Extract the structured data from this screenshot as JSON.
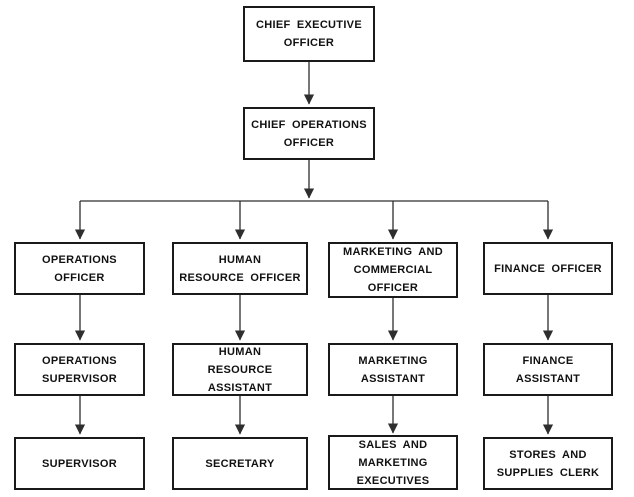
{
  "diagram_type": "organizational-chart",
  "colors": {
    "background": "#ffffff",
    "box_border": "#1a1a1a",
    "connector": "#2e2e2e",
    "text": "#111111"
  },
  "nodes": {
    "ceo": {
      "label": "CHIEF EXECUTIVE\nOFFICER",
      "reports_to": null
    },
    "coo": {
      "label": "CHIEF OPERATIONS\nOFFICER",
      "reports_to": "CHIEF EXECUTIVE OFFICER"
    },
    "operations_officer": {
      "label": "OPERATIONS\nOFFICER",
      "reports_to": "CHIEF OPERATIONS OFFICER"
    },
    "hr_officer": {
      "label": "HUMAN\nRESOURCE OFFICER",
      "reports_to": "CHIEF OPERATIONS OFFICER"
    },
    "marketing_officer": {
      "label": "MARKETING AND\nCOMMERCIAL\nOFFICER",
      "reports_to": "CHIEF OPERATIONS OFFICER"
    },
    "finance_officer": {
      "label": "FINANCE OFFICER",
      "reports_to": "CHIEF OPERATIONS OFFICER"
    },
    "operations_supervisor": {
      "label": "OPERATIONS\nSUPERVISOR",
      "reports_to": "OPERATIONS OFFICER"
    },
    "hr_assistant": {
      "label": "HUMAN\nRESOURCE\nASSISTANT",
      "reports_to": "HUMAN RESOURCE OFFICER"
    },
    "marketing_assistant": {
      "label": "MARKETING\nASSISTANT",
      "reports_to": "MARKETING AND COMMERCIAL OFFICER"
    },
    "finance_assistant": {
      "label": "FINANCE\nASSISTANT",
      "reports_to": "FINANCE OFFICER"
    },
    "supervisor": {
      "label": "SUPERVISOR",
      "reports_to": "OPERATIONS SUPERVISOR"
    },
    "secretary": {
      "label": "SECRETARY",
      "reports_to": "HUMAN RESOURCE ASSISTANT"
    },
    "sales_marketing_executives": {
      "label": "SALES AND\nMARKETING\nEXECUTIVES",
      "reports_to": "MARKETING ASSISTANT"
    },
    "stores_supplies_clerk": {
      "label": "STORES AND\nSUPPLIES CLERK",
      "reports_to": "FINANCE ASSISTANT"
    }
  }
}
